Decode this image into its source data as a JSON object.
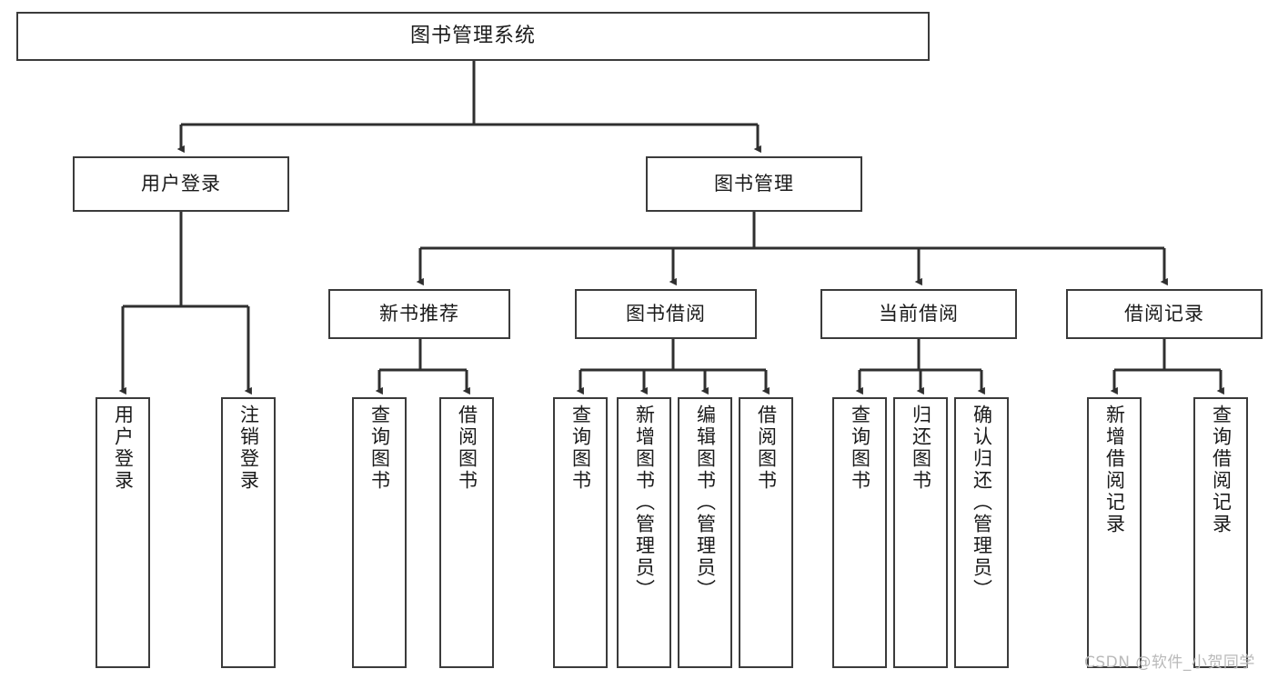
{
  "diagram": {
    "type": "tree",
    "title": "图书管理系统",
    "watermark": "CSDN @软件_小贺同学",
    "colors": {
      "box_border": "#3b3b3b",
      "box_fill": "#ffffff",
      "edge": "#2f2f2f",
      "text": "#1a1a1a",
      "watermark": "#b9b9b9"
    },
    "nodes": {
      "root": {
        "label": "图书管理系统"
      },
      "level2": [
        {
          "label": "用户登录"
        },
        {
          "label": "图书管理"
        }
      ],
      "level3": [
        {
          "label": "新书推荐"
        },
        {
          "label": "图书借阅"
        },
        {
          "label": "当前借阅"
        },
        {
          "label": "借阅记录"
        }
      ],
      "leaves": {
        "user_login": [
          {
            "label": "用户登录"
          },
          {
            "label": "注销登录"
          }
        ],
        "new_book": [
          {
            "label": "查询图书"
          },
          {
            "label": "借阅图书"
          }
        ],
        "book_borrow": [
          {
            "label": "查询图书"
          },
          {
            "label": "新增图书（管理员）"
          },
          {
            "label": "编辑图书（管理员）"
          },
          {
            "label": "借阅图书"
          }
        ],
        "current_borrow": [
          {
            "label": "查询图书"
          },
          {
            "label": "归还图书"
          },
          {
            "label": "确认归还（管理员）"
          }
        ],
        "borrow_record": [
          {
            "label": "新增借阅记录"
          },
          {
            "label": "查询借阅记录"
          }
        ]
      }
    }
  }
}
